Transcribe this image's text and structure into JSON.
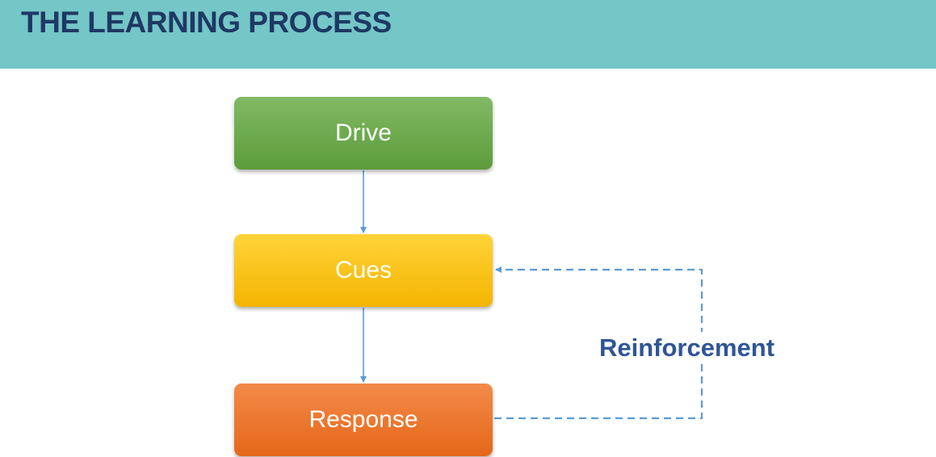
{
  "header": {
    "title": "THE LEARNING PROCESS"
  },
  "diagram": {
    "nodes": [
      {
        "id": "drive",
        "label": "Drive",
        "color": "#6aa84f"
      },
      {
        "id": "cues",
        "label": "Cues",
        "color": "#ffc000"
      },
      {
        "id": "response",
        "label": "Response",
        "color": "#ed7d31"
      }
    ],
    "edges": [
      {
        "from": "drive",
        "to": "cues",
        "style": "solid"
      },
      {
        "from": "cues",
        "to": "response",
        "style": "solid"
      },
      {
        "from": "response",
        "to": "cues",
        "style": "dashed",
        "label": "Reinforcement"
      }
    ],
    "reinforcement_label": "Reinforcement"
  },
  "colors": {
    "title_bar": "#74c6c7",
    "title_text": "#1f3864",
    "arrow": "#5b9bd5",
    "reinforcement_text": "#2f5597"
  }
}
